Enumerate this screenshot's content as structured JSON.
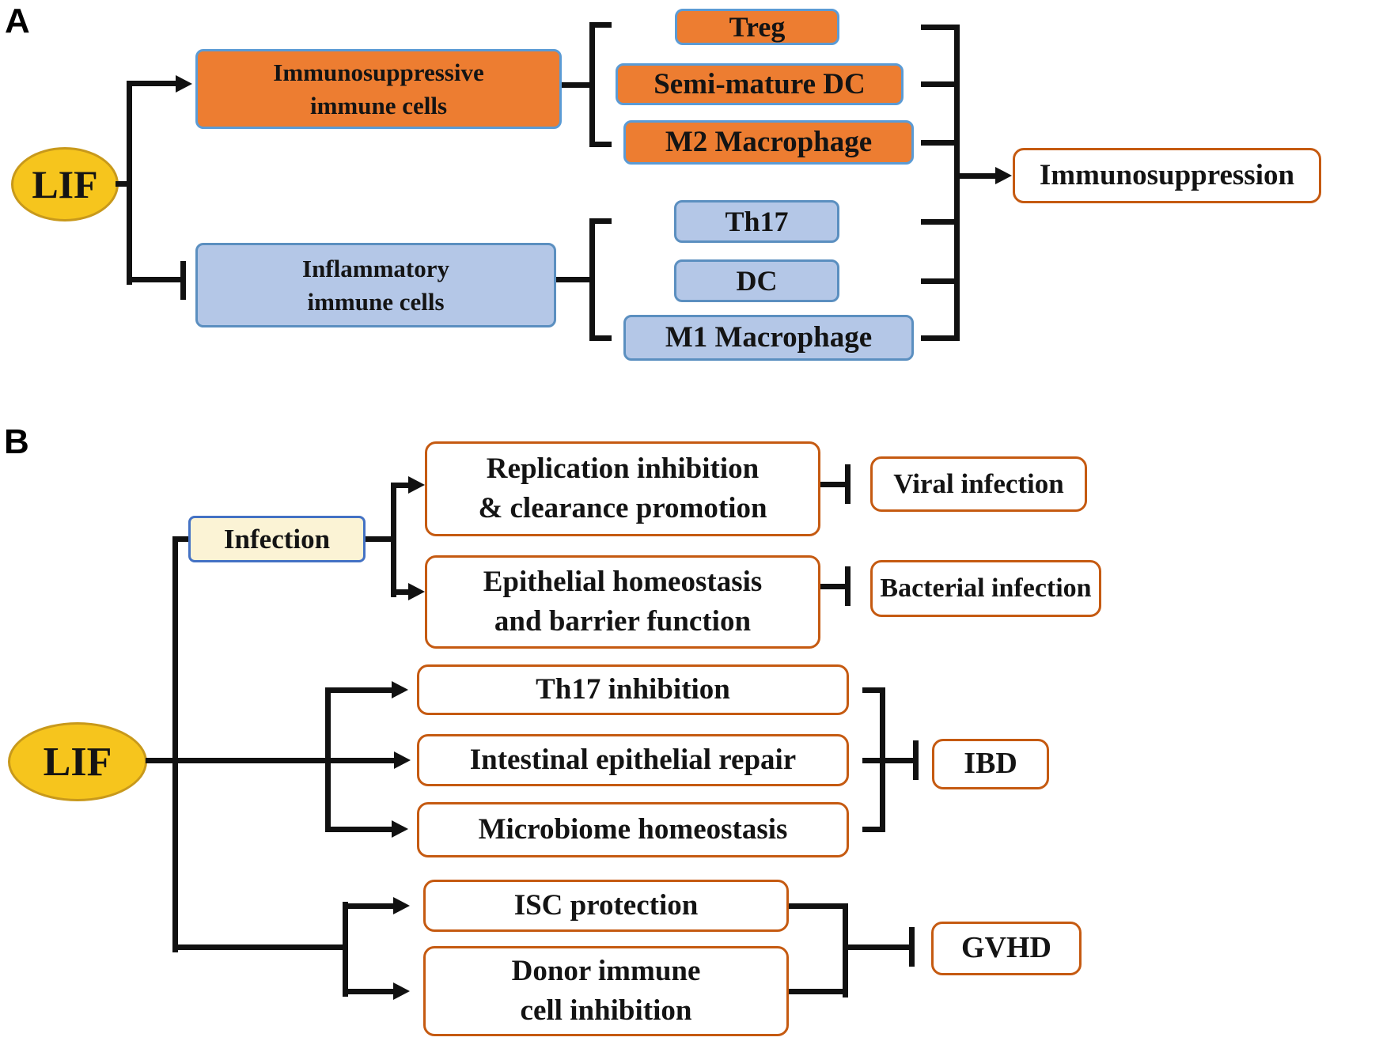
{
  "colors": {
    "orange_fill": "#ED7D31",
    "orange_box_border": "#5B9BD5",
    "blue_fill": "#B4C7E7",
    "blue_box_border": "#5B8FC0",
    "outline_orange": "#C55A11",
    "lif_fill": "#F6C51D",
    "lif_border": "#C8991B",
    "infection_fill": "#FBF3D5",
    "infection_border": "#4472C4",
    "line_color": "#111111"
  },
  "panel_a": {
    "label": "A",
    "lif": "LIF",
    "groups": [
      {
        "name": "immunosuppressive-immune-cells",
        "label": "Immunosuppressive\nimmune cells",
        "relation": "activates",
        "children": [
          "Treg",
          "Semi-mature DC",
          "M2 Macrophage"
        ]
      },
      {
        "name": "inflammatory-immune-cells",
        "label": "Inflammatory\nimmune cells",
        "relation": "inhibits",
        "children": [
          "Th17",
          "DC",
          "M1 Macrophage"
        ]
      }
    ],
    "outcome": "Immunosuppression"
  },
  "panel_b": {
    "label": "B",
    "lif": "LIF",
    "infection": {
      "label": "Infection",
      "mechanisms": [
        {
          "label": "Replication inhibition\n& clearance promotion",
          "inhibits": "Viral infection"
        },
        {
          "label": "Epithelial homeostasis\nand barrier function",
          "inhibits": "Bacterial infection"
        }
      ]
    },
    "ibd": {
      "mechanisms": [
        "Th17 inhibition",
        "Intestinal epithelial repair",
        "Microbiome homeostasis"
      ],
      "inhibits": "IBD"
    },
    "gvhd": {
      "mechanisms": [
        "ISC protection",
        "Donor immune\ncell inhibition"
      ],
      "inhibits": "GVHD"
    }
  }
}
